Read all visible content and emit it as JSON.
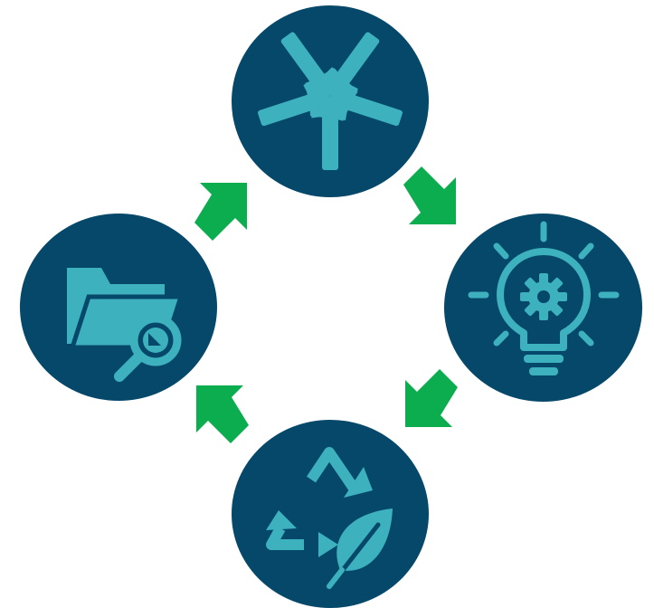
{
  "diagram": {
    "type": "cycle",
    "colors": {
      "circle_fill": "#05486a",
      "icon_fill": "#3db1bd",
      "arrow_fill": "#0bad4f",
      "background": "#ffffff"
    },
    "nodes": [
      {
        "icon": "hands-together-icon"
      },
      {
        "icon": "lightbulb-gear-icon"
      },
      {
        "icon": "recycle-leaf-icon"
      },
      {
        "icon": "folder-search-icon"
      }
    ],
    "arrows": [
      {
        "direction": "down-right",
        "from": "hands-together-icon",
        "to": "lightbulb-gear-icon"
      },
      {
        "direction": "down-left",
        "from": "lightbulb-gear-icon",
        "to": "recycle-leaf-icon"
      },
      {
        "direction": "up-left",
        "from": "recycle-leaf-icon",
        "to": "folder-search-icon"
      },
      {
        "direction": "up-right",
        "from": "folder-search-icon",
        "to": "hands-together-icon"
      }
    ]
  }
}
